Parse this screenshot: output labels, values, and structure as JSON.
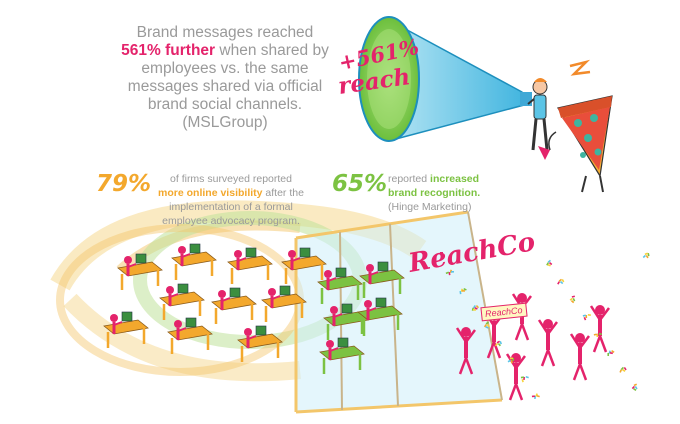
{
  "headline": {
    "line1": "Brand messages reached",
    "highlight": "561% further",
    "line2_rest": " when shared by",
    "line3": "employees vs. the same",
    "line4": "messages shared via official",
    "line5": "brand social channels.",
    "source": "(MSLGroup)"
  },
  "megaphone": {
    "percent_text": "+561%",
    "word": "reach"
  },
  "stat_79": {
    "value": "79%",
    "line1": "of firms surveyed reported",
    "highlight": "more online visibility",
    "line2_rest": " after the",
    "line3": "implementation of a formal",
    "line4": "employee advocacy program."
  },
  "stat_65": {
    "value": "65%",
    "line1": "reported",
    "highlight": "increased",
    "highlight2": "brand recognition.",
    "source": "(Hinge Marketing)"
  },
  "office": {
    "brand_name": "ReachCo"
  },
  "celebration": {
    "sign_text": "ReachCo"
  },
  "colors": {
    "pink": "#e4236b",
    "orange": "#f3a82d",
    "green": "#7cc242",
    "cyan": "#5bc4e6",
    "gray_text": "#9a9a9a"
  }
}
